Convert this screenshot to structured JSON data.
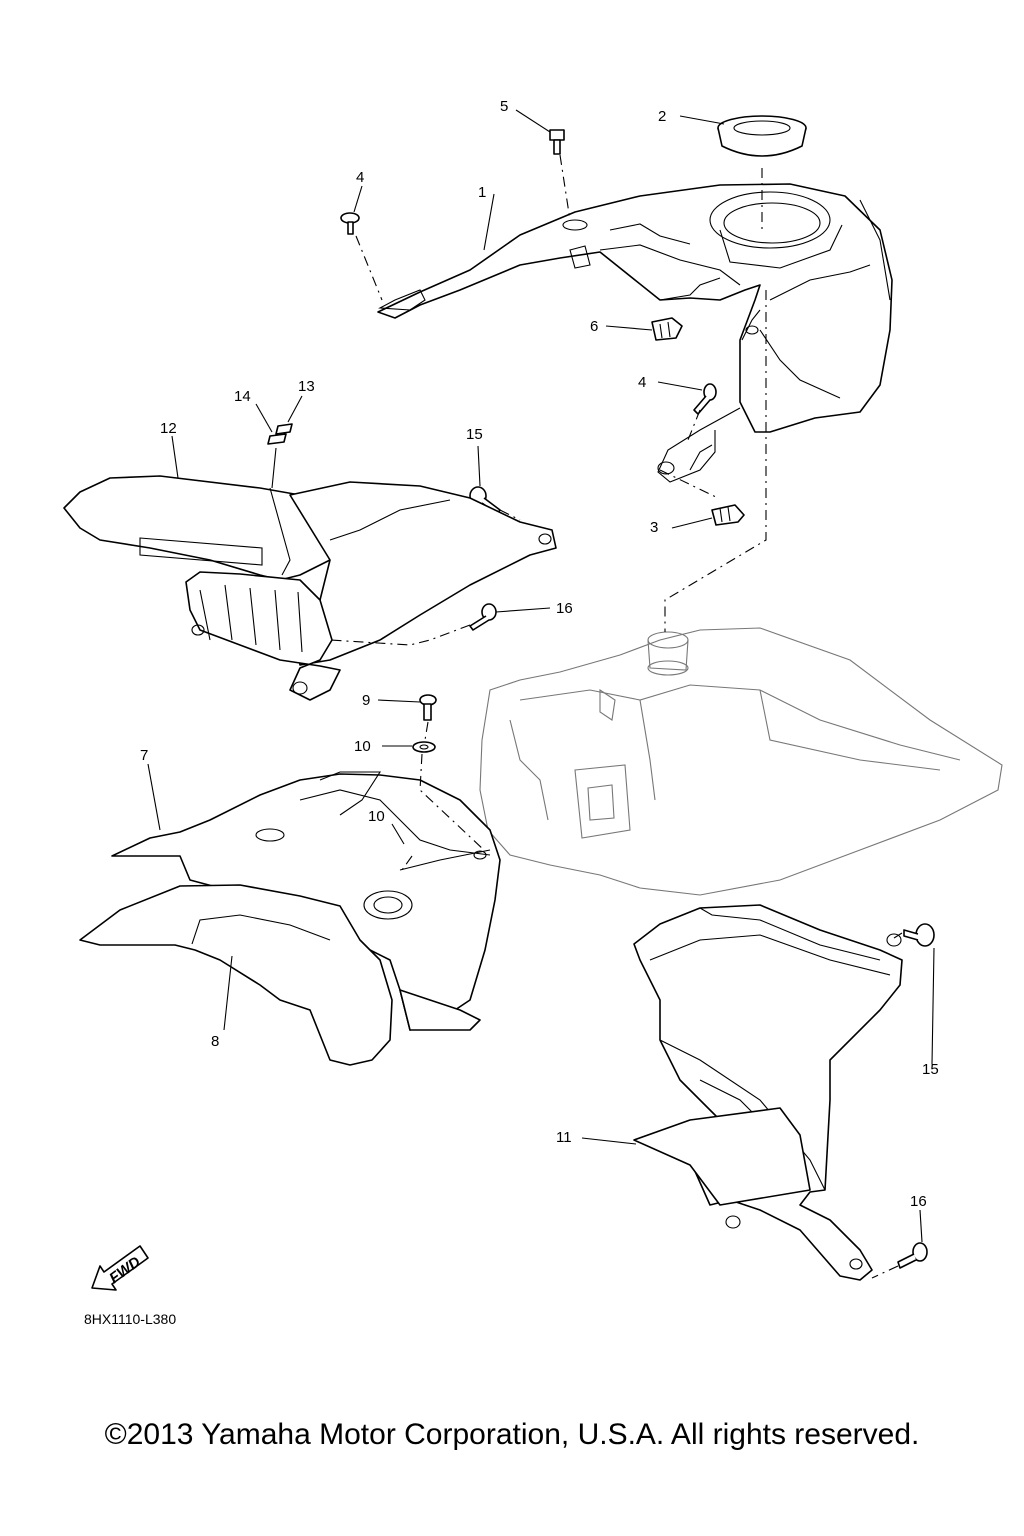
{
  "callouts": [
    {
      "id": "c1",
      "text": "1"
    },
    {
      "id": "c2",
      "text": "2"
    },
    {
      "id": "c3",
      "text": "3"
    },
    {
      "id": "c4a",
      "text": "4"
    },
    {
      "id": "c4b",
      "text": "4"
    },
    {
      "id": "c5",
      "text": "5"
    },
    {
      "id": "c6",
      "text": "6"
    },
    {
      "id": "c7",
      "text": "7"
    },
    {
      "id": "c8",
      "text": "8"
    },
    {
      "id": "c9",
      "text": "9"
    },
    {
      "id": "c10a",
      "text": "10"
    },
    {
      "id": "c10b",
      "text": "10"
    },
    {
      "id": "c11",
      "text": "11"
    },
    {
      "id": "c12",
      "text": "12"
    },
    {
      "id": "c13",
      "text": "13"
    },
    {
      "id": "c14",
      "text": "14"
    },
    {
      "id": "c15a",
      "text": "15"
    },
    {
      "id": "c15b",
      "text": "15"
    },
    {
      "id": "c16a",
      "text": "16"
    },
    {
      "id": "c16b",
      "text": "16"
    }
  ],
  "fwd_label": "FWD",
  "diagram_code": "8HX1110-L380",
  "copyright": "©2013 Yamaha Motor Corporation, U.S.A. All rights reserved."
}
